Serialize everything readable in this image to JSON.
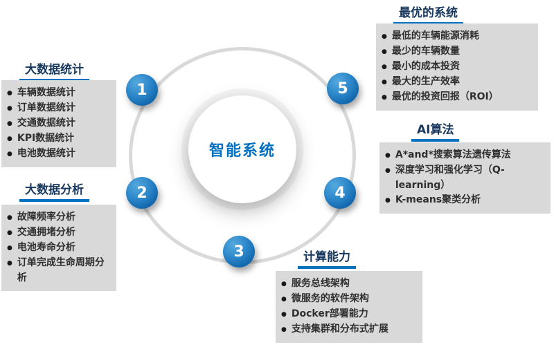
{
  "center": {
    "label": "智能系统"
  },
  "sections": [
    {
      "number": "1",
      "title": "大数据统计",
      "items": [
        "车辆数据统计",
        "订单数据统计",
        "交通数据统计",
        "KPI数据统计",
        "电池数据统计"
      ]
    },
    {
      "number": "2",
      "title": "大数据分析",
      "items": [
        "故障频率分析",
        "交通拥堵分析",
        "电池寿命分析",
        "订单完成生命周期分析"
      ]
    },
    {
      "number": "3",
      "title": "计算能力",
      "items": [
        "服务总线架构",
        "微服务的软件架构",
        "Docker部署能力",
        "支持集群和分布式扩展"
      ]
    },
    {
      "number": "4",
      "title": "AI算法",
      "items": [
        "A*and*搜索算法遗传算法",
        "深度学习和强化学习（Q-learning）",
        "K-means聚类分析"
      ]
    },
    {
      "number": "5",
      "title": "最优的系统",
      "items": [
        "最低的车辆能源消耗",
        "最少的车辆数量",
        "最小的成本投资",
        "最大的生产效率",
        "最优的投资回报（ROI）"
      ]
    }
  ],
  "colors": {
    "accent_blue": "#0070C0",
    "title_navy": "#17375E",
    "box_gray": "#D9D9D9",
    "circle_blue": "#1B79C0",
    "ring_gray": "#D9D9D9"
  }
}
